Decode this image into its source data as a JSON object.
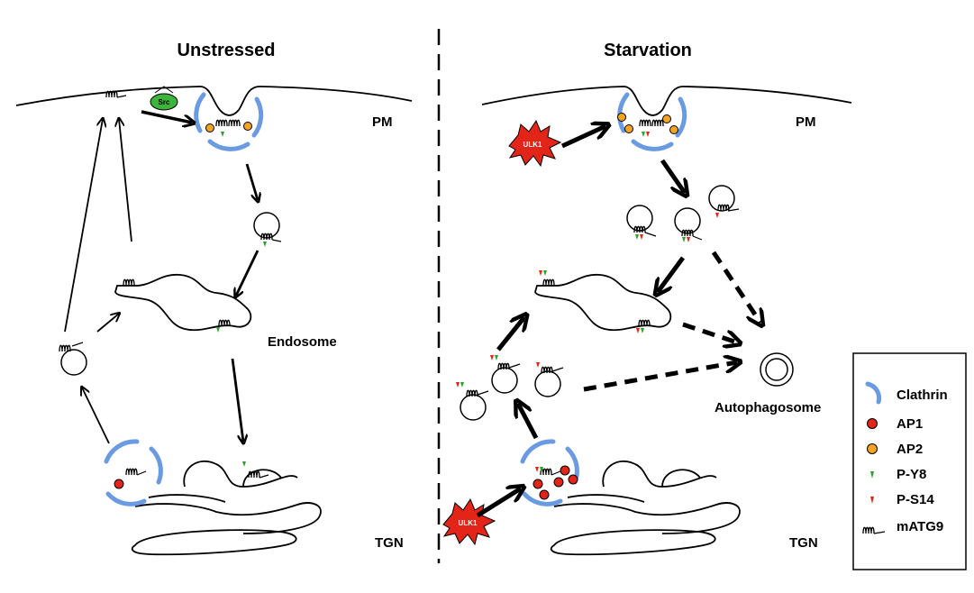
{
  "panels": {
    "left_title": "Unstressed",
    "right_title": "Starvation"
  },
  "labels": {
    "pm_left": "PM",
    "pm_right": "PM",
    "endosome": "Endosome",
    "tgn_left": "TGN",
    "tgn_right": "TGN",
    "autophagosome": "Autophagosome",
    "src": "Src",
    "ulk1_top": "ULK1",
    "ulk1_bottom": "ULK1"
  },
  "legend": {
    "items": [
      {
        "symbol": "clathrin-arc",
        "label": "Clathrin",
        "color": "#6a9be0"
      },
      {
        "symbol": "red-dot",
        "label": "AP1",
        "color": "#e32418"
      },
      {
        "symbol": "orange-dot",
        "label": "AP2",
        "color": "#f4a322"
      },
      {
        "symbol": "green-tick",
        "label": "P-Y8",
        "color": "#2aa12a"
      },
      {
        "symbol": "red-tick",
        "label": "P-S14",
        "color": "#e32418"
      },
      {
        "symbol": "matg9-coil",
        "label": "mATG9",
        "color": "#000000"
      }
    ]
  },
  "colors": {
    "clathrin": "#6a9be0",
    "ap1": "#e32418",
    "ap2": "#f4a322",
    "py8": "#2aa12a",
    "ps14": "#e32418",
    "src": "#3db53d",
    "ulk1": "#e32418"
  }
}
